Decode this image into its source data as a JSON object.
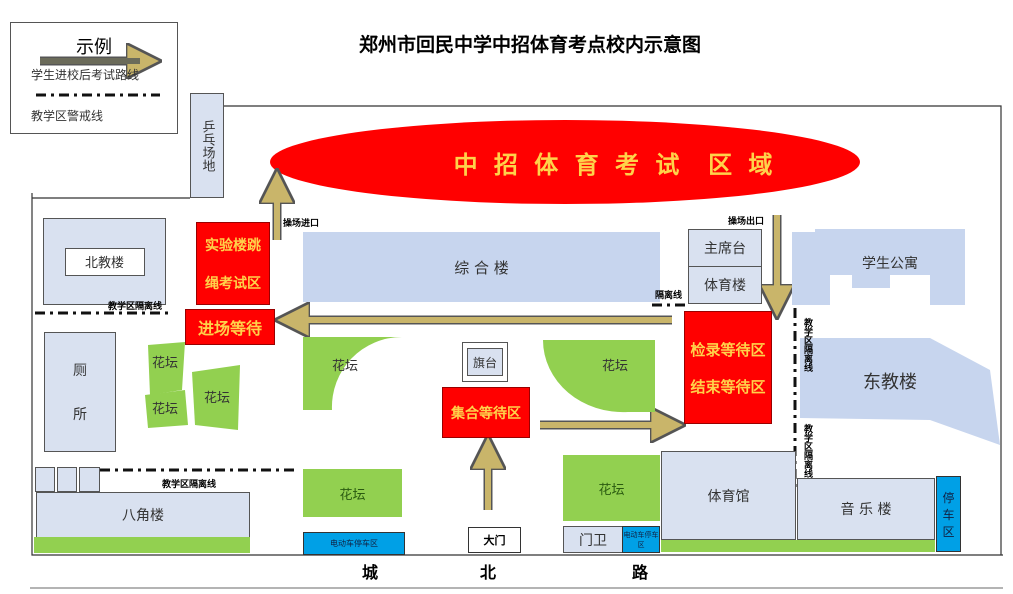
{
  "title": "郑州市回民中学中招体育考点校内示意图",
  "legend": {
    "heading": "示例",
    "route_label": "学生进校后考试路线",
    "warning_label": "教学区警戒线"
  },
  "areas": {
    "exam_zone": "中 招 体 育 考 试  区 域",
    "pingpong": "乒乓场地",
    "north_building": "北教楼",
    "jump_rope": [
      "实验楼跳",
      "绳考试区"
    ],
    "entry_wait": "进场等待",
    "complex": "综 合 楼",
    "rostrum": "主席台",
    "sports_building": "体育楼",
    "checkin": [
      "检录等待区",
      "结束等待区"
    ],
    "dorm": "学生公寓",
    "east_building": "东教楼",
    "toilet": [
      "厕",
      "所"
    ],
    "flowerbed": "花坛",
    "flag": "旗台",
    "assembly": "集合等待区",
    "octagon": "八角楼",
    "ebike": "电动车停车区",
    "gate": "大门",
    "guard": "门卫",
    "gym": "体育馆",
    "music": "音 乐 楼",
    "parking": [
      "停",
      "车",
      "区"
    ]
  },
  "labels": {
    "field_entry": "操场进口",
    "field_exit": "操场出口",
    "isolation": "教学区隔离线",
    "isolation_short": "隔离线"
  },
  "road": [
    "城",
    "北",
    "路"
  ],
  "colors": {
    "exam": "#ff0000",
    "building": "#c7d5ee",
    "flower": "#92d050",
    "ebike": "#00a0e6",
    "arrow": "#c9b56a"
  }
}
